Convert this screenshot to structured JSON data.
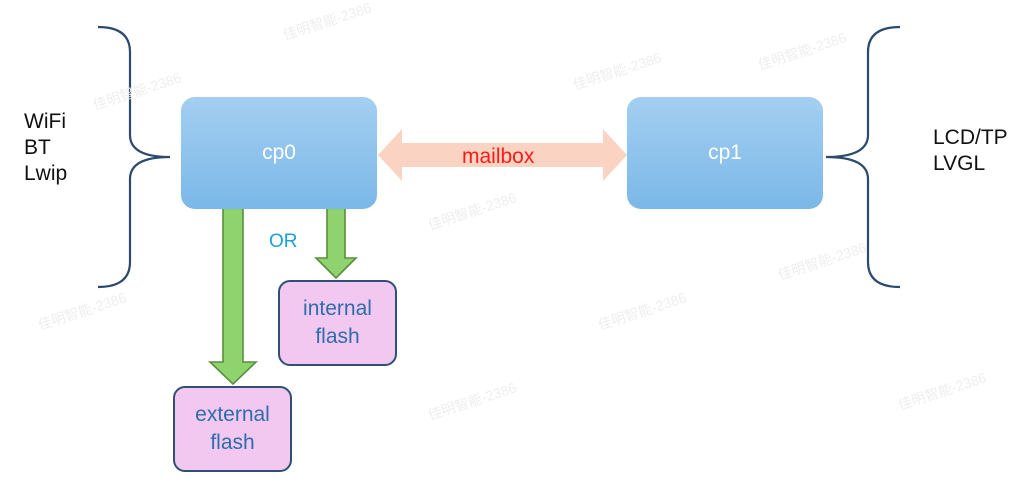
{
  "left_list": [
    "WiFi",
    "BT",
    "Lwip"
  ],
  "right_list": [
    "LCD/TP",
    "LVGL"
  ],
  "cp0": "cp0",
  "cp1": "cp1",
  "link_label": "mailbox",
  "or_label": "OR",
  "internal_flash": [
    "internal",
    "flash"
  ],
  "external_flash": [
    "external",
    "flash"
  ],
  "watermark": "佳明智能-2386",
  "colors": {
    "cpu_fill": "#7bb8e8",
    "mailbox_arrow": "#fad3c2",
    "mailbox_text": "#ff1a1a",
    "flash_fill": "#f2c8f0",
    "flash_text": "#2e6dab",
    "down_arrow": "#8fd36f",
    "or_text": "#1aa0e0"
  }
}
